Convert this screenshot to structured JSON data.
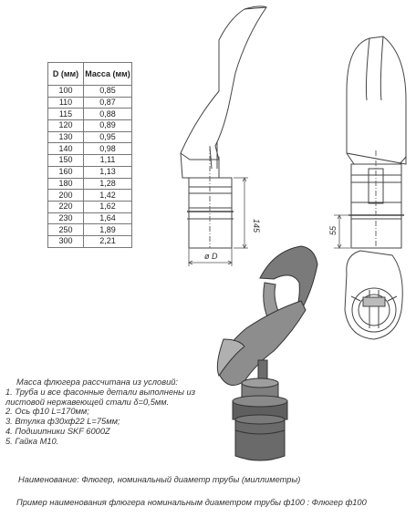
{
  "table": {
    "header_d": "D (мм)",
    "header_mass": "Масса (мм)",
    "rows": [
      {
        "d": "100",
        "mass": "0,85"
      },
      {
        "d": "110",
        "mass": "0,87"
      },
      {
        "d": "115",
        "mass": "0,88"
      },
      {
        "d": "120",
        "mass": "0,89"
      },
      {
        "d": "130",
        "mass": "0,95"
      },
      {
        "d": "140",
        "mass": "0,98"
      },
      {
        "d": "150",
        "mass": "1,11"
      },
      {
        "d": "160",
        "mass": "1,13"
      },
      {
        "d": "180",
        "mass": "1,28"
      },
      {
        "d": "200",
        "mass": "1,42"
      },
      {
        "d": "220",
        "mass": "1,62"
      },
      {
        "d": "230",
        "mass": "1,64"
      },
      {
        "d": "250",
        "mass": "1,89"
      },
      {
        "d": "300",
        "mass": "2,21"
      }
    ]
  },
  "dimensions": {
    "height": "145",
    "diameter": "ø D",
    "side": "55"
  },
  "notes": {
    "title": "Масса флюгера рассчитана из условий:",
    "items": [
      "1. Труба и все фасонные детали выполнены из",
      "листовой нержавеющей стали δ=0,5мм.",
      "2. Ось ф10 L=170мм;",
      "3. Втулка ф30хф22 L=75мм;",
      "4. Подшипники SKF 6000Z",
      "5. Гайка М10."
    ]
  },
  "footer": {
    "naming": "Наименование: Флюгер, номинальный диаметр трубы (миллиметры)",
    "example": "Пример наименования флюгера номинальным диаметром трубы ф100 :    Флюгер ф100"
  }
}
